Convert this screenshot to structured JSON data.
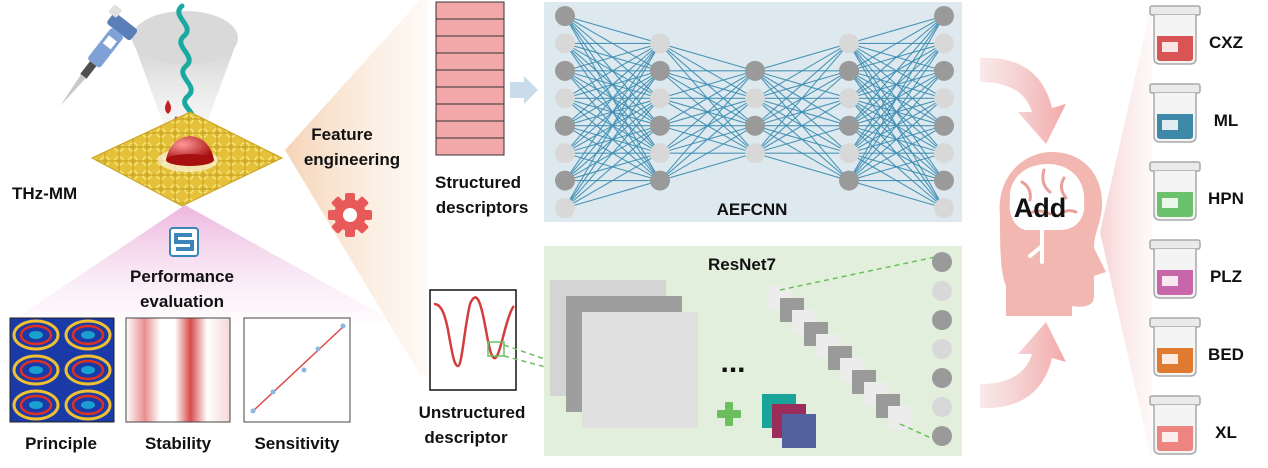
{
  "left_panel": {
    "device_label": "THz-MM",
    "performance_label_1": "Performance",
    "performance_label_2": "evaluation",
    "thumb_labels": [
      "Principle",
      "Stability",
      "Sensitivity"
    ]
  },
  "middle": {
    "feature_label_1": "Feature",
    "feature_label_2": "engineering",
    "structured_label_1": "Structured",
    "structured_label_2": "descriptors",
    "unstructured_label_1": "Unstructured",
    "unstructured_label_2": "descriptor"
  },
  "networks": {
    "aefcnn_label": "AEFCNN",
    "resnet_label": "ResNet7",
    "ellipsis": "..."
  },
  "fusion": {
    "add_label": "Add"
  },
  "outputs": {
    "items": [
      {
        "label": "CXZ",
        "liquid_color": "#d95555"
      },
      {
        "label": "ML",
        "liquid_color": "#3e89a8"
      },
      {
        "label": "HPN",
        "liquid_color": "#6cc26c"
      },
      {
        "label": "PLZ",
        "liquid_color": "#c767aa"
      },
      {
        "label": "BED",
        "liquid_color": "#e07a30"
      },
      {
        "label": "XL",
        "liquid_color": "#ec8480"
      }
    ]
  },
  "colors": {
    "net_line": "#3b8db2",
    "node": "#9a9a9a",
    "node_light": "#d8d8d8",
    "aefcnn_bg": "#dde9ef",
    "resnet_bg": "#e2efdc",
    "descriptor_fill": "#f2a8a8",
    "gear": "#e85a5a",
    "brain": "#f2b7b0"
  }
}
